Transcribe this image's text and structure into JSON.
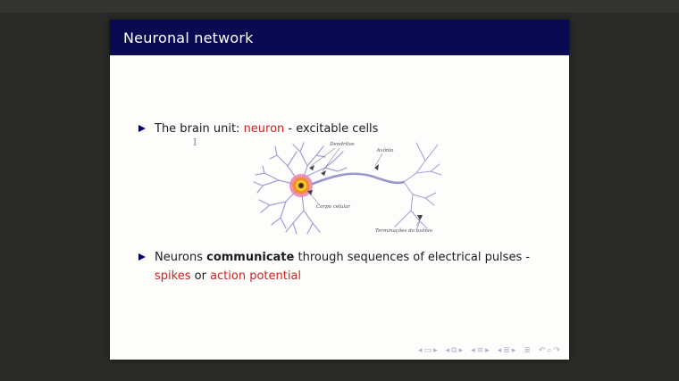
{
  "window": {
    "background": "#2a2a28"
  },
  "slide": {
    "header": {
      "title": "Neuronal network",
      "bg": "#0a0a52",
      "fg": "#ffffff"
    },
    "bullet1": {
      "t1": "The brain unit: ",
      "t2": "neuron",
      "t3": " - excitable cells"
    },
    "cursor_mark": "I",
    "bullet2": {
      "t1": "Neurons ",
      "t2": "communicate",
      "t3": " through sequences of electrical pulses -",
      "t4": "spikes",
      "t5": " or ",
      "t6": "action potential"
    },
    "colors": {
      "accent_red": "#cc2222",
      "bullet_marker": "#00007d",
      "text": "#1c1c1c"
    }
  },
  "figure": {
    "labels": {
      "dendrites": "Dendritos",
      "axon": "Axônio",
      "cell_body": "Corpo celular",
      "axon_terminals": "Terminações do axônio"
    },
    "colors": {
      "neurite": "#9e9ed6",
      "soma_outer": "#ec7cb4",
      "soma_ring": "#f09227",
      "soma_inner": "#f6c838",
      "nucleus": "#6b3b12"
    }
  },
  "nav": {
    "color": "#9c9cc4",
    "groups": [
      {
        "items": [
          "◂",
          "▭",
          "▸"
        ]
      },
      {
        "items": [
          "◂",
          "⧉",
          "▸"
        ]
      },
      {
        "items": [
          "◂",
          "≡",
          "▸"
        ]
      },
      {
        "items": [
          "◂",
          "≣",
          "▸"
        ]
      },
      {
        "items": [
          "≣"
        ]
      },
      {
        "items": [
          "↶",
          "⌕",
          "↷"
        ]
      }
    ]
  }
}
